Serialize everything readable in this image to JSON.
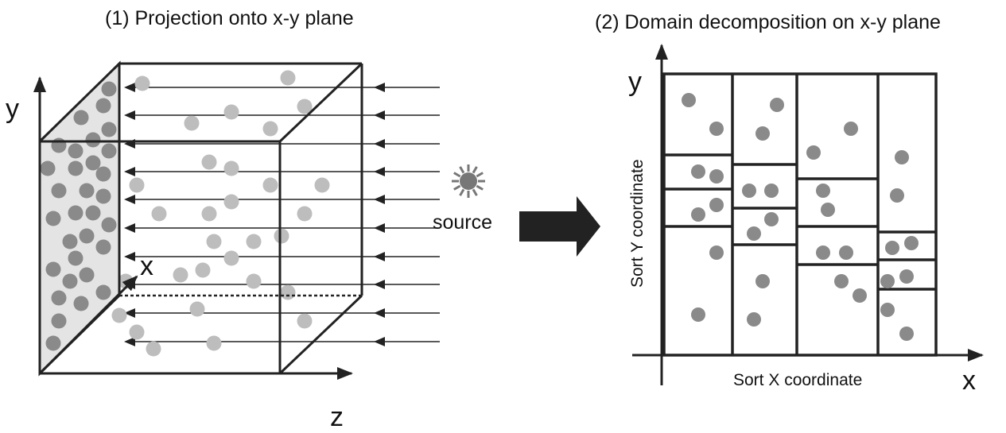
{
  "left_panel": {
    "title": "(1) Projection onto  x-y plane",
    "axis_y": "y",
    "axis_x": "x",
    "axis_z": "z",
    "source_label": "source",
    "source_icon": "sun-icon"
  },
  "right_panel": {
    "title": "(2) Domain decomposition on x-y plane",
    "axis_y": "y",
    "axis_x": "x",
    "xlabel": "Sort X coordinate",
    "ylabel": "Sort Y coordinate"
  },
  "colors": {
    "line": "#222222",
    "particle_dark": "#8a8a8a",
    "particle_light": "#bdbdbd",
    "sun": "#777777"
  }
}
